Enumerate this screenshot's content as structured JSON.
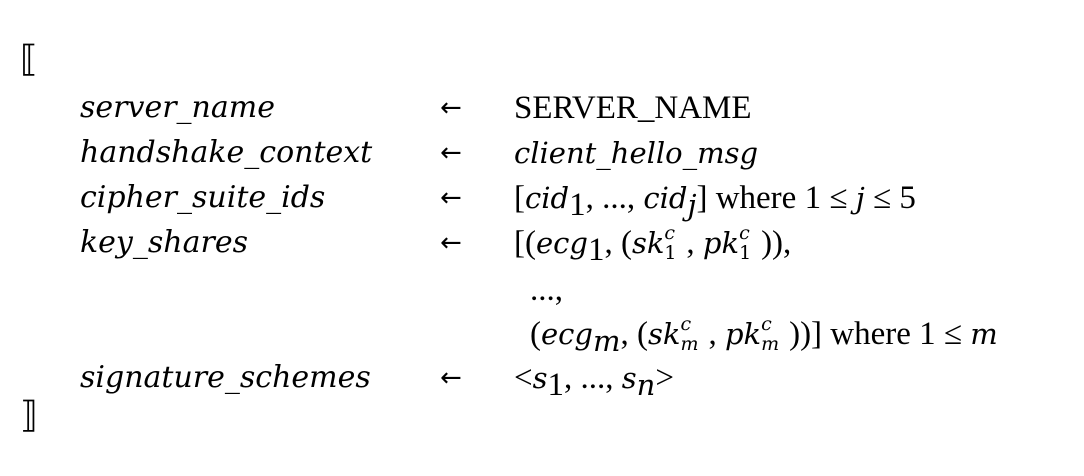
{
  "open_bracket": "⟦",
  "close_bracket": "⟧",
  "arrow": "←",
  "rows": [
    {
      "name": "server_name",
      "value": "SERVER_NAME"
    },
    {
      "name": "handshake_context",
      "value": "client_hello_msg"
    },
    {
      "name": "cipher_suite_ids",
      "cid": "cid",
      "sub_1": "1",
      "sub_j": "j",
      "ellipsis": "...",
      "where": "where",
      "one": "1",
      "le": "≤",
      "j": "j",
      "five": "5"
    },
    {
      "name": "key_shares",
      "ecg": "ecg",
      "sk": "sk",
      "pk": "pk",
      "sup_c": "c",
      "sub_1": "1",
      "sub_m": "m"
    },
    {
      "ellipsis_line": "...,"
    },
    {
      "where": "where",
      "one": "1",
      "le": "≤",
      "m": "m"
    },
    {
      "name": "signature_schemes",
      "s": "s",
      "sub_1": "1",
      "sub_n": "n",
      "ellipsis": "...",
      "lt": "<",
      "gt": ">"
    }
  ]
}
